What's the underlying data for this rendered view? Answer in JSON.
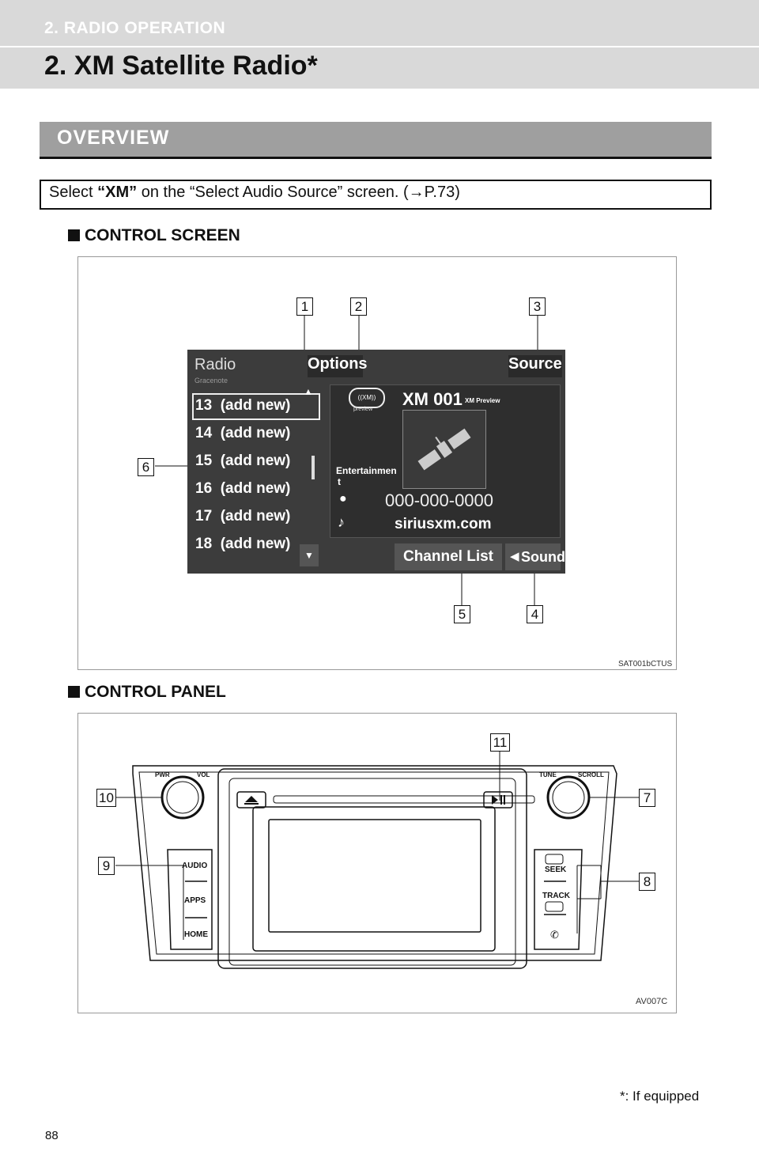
{
  "header": {
    "section_label": "2. RADIO OPERATION",
    "page_title": "2. XM Satellite Radio*"
  },
  "overview": {
    "title": "OVERVIEW",
    "instruction_pre": "Select ",
    "instruction_bold": "“XM”",
    "instruction_post": " on the “Select Audio Source” screen. (→P.73)"
  },
  "control_screen": {
    "heading": "CONTROL SCREEN",
    "image_code": "SAT001bCTUS",
    "screen": {
      "title": "Radio",
      "subtitle": "Gracenote",
      "options_button": "Options",
      "source_button": "Source",
      "presets": [
        {
          "num": "13",
          "label": "(add new)"
        },
        {
          "num": "14",
          "label": "(add new)"
        },
        {
          "num": "15",
          "label": "(add new)"
        },
        {
          "num": "16",
          "label": "(add new)"
        },
        {
          "num": "17",
          "label": "(add new)"
        },
        {
          "num": "18",
          "label": "(add new)"
        }
      ],
      "channel": "XM 001",
      "channel_tag": "XM Preview",
      "logo_text": "preview",
      "category": "Entertainmen",
      "category_cont": "t",
      "artist": "000-000-0000",
      "song": "siriusxm.com",
      "channel_list_button": "Channel List",
      "sound_button": "Sound"
    },
    "callouts": [
      "1",
      "2",
      "3",
      "4",
      "5",
      "6"
    ]
  },
  "control_panel": {
    "heading": "CONTROL PANEL",
    "image_code": "AV007C",
    "labels": {
      "pwr": "PWR",
      "vol": "VOL",
      "tune": "TUNE",
      "scroll": "SCROLL",
      "audio": "AUDIO",
      "apps": "APPS",
      "home": "HOME",
      "seek": "SEEK",
      "track": "TRACK"
    },
    "callouts": [
      "7",
      "8",
      "9",
      "10",
      "11"
    ]
  },
  "footnote": "*: If equipped",
  "page_number": "88"
}
